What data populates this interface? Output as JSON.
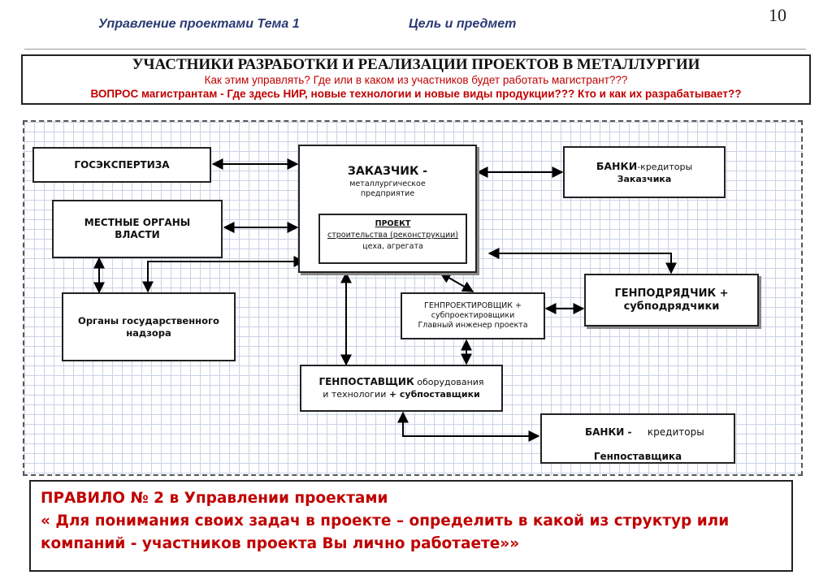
{
  "header": {
    "course": "Управление  проектами  Тема 1",
    "topic": "Цель и предмет",
    "page_number": "10"
  },
  "title_box": {
    "title": "УЧАСТНИКИ РАЗРАБОТКИ И РЕАЛИЗАЦИИ ПРОЕКТОВ В МЕТАЛЛУРГИИ",
    "question1": "Как  этим управлять?  Где или  в каком из участников будет работать магистрант???",
    "question2": "ВОПРОС магистрантам - Где здесь НИР,  новые технологии и новые виды продукции???    Кто  и как их разрабатывает??"
  },
  "diagram": {
    "gosexpertiza": "ГОСЭКСПЕРТИЗА",
    "local_authorities": "МЕСТНЫЕ ОРГАНЫ\nВЛАСТИ",
    "state_supervision": "Органы государственного\nнадзора",
    "customer_title": "ЗАКАЗЧИК -",
    "customer_sub": "металлургическое\nпредприятие",
    "project_title": "ПРОЕКТ",
    "project_line2": "строительства (реконструкции)",
    "project_line3": "цеха, агрегата",
    "banks_customer_title": "БАНКИ",
    "banks_customer_rest": "-кредиторы",
    "banks_customer_line2": "Заказчика",
    "general_designer": "ГЕНПРОЕКТИРОВЩИК +\nсубпроектировщики\nГлавный инженер проекта",
    "general_contractor": "ГЕНПОДРЯДЧИК +\nсубподрядчики",
    "general_supplier_title": "ГЕНПОСТАВЩИК",
    "general_supplier_rest": " оборудования",
    "general_supplier_line2a": "и технологии ",
    "general_supplier_line2b": "+ субпоставщики",
    "banks_supplier_line1a": "БАНКИ - ",
    "banks_supplier_line1b": "    кредиторы",
    "banks_supplier_line2": "Генпоставщика"
  },
  "rule": {
    "line1": "ПРАВИЛО № 2  в Управлении проектами",
    "line2": "« Для понимания своих задач в проекте – определить в какой из структур  или",
    "line3": "компаний - участников проекта Вы лично  работаете»»"
  }
}
